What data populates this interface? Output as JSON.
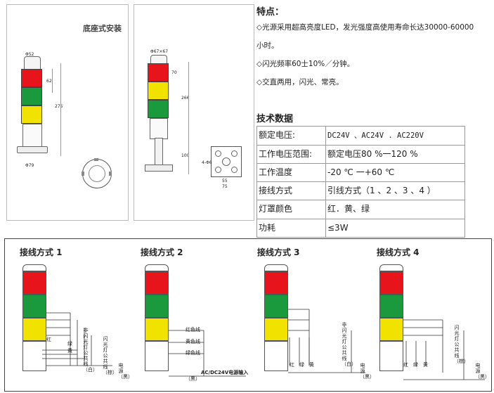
{
  "drawing": {
    "title": "底座式安装",
    "dims": {
      "d52": "Φ52",
      "d62": "62",
      "d275": "275",
      "d79": "Φ79",
      "d67x67": "Φ67×67",
      "d70": "70",
      "d266": "266",
      "d100": "100",
      "d466": "4-Φ6",
      "d55": "55",
      "d75": "75"
    }
  },
  "features": {
    "heading": "特点：",
    "lines": [
      "◇光源采用超高亮度LED，发光强度高使用寿命长达30000-60000",
      "小时。",
      "◇闪光频率60士10%／分钟。",
      "◇交直两用，闪光、常亮。"
    ]
  },
  "specs": {
    "heading": "技术数据",
    "rows": [
      {
        "label": "额定电压:",
        "value": "DC24V  、AC24V . AC220V"
      },
      {
        "label": "工作电压范围:",
        "value": "额定电压80  %一120 %"
      },
      {
        "label": "工作温度",
        "value": "-20  ℃ 一+60  ℃"
      },
      {
        "label": "接线方式",
        "value": "引线方式（1  、2  、3  、4 ）"
      },
      {
        "label": "灯罩颜色",
        "value": "红．黄、绿"
      },
      {
        "label": "功耗",
        "value": "≤3W"
      }
    ]
  },
  "wiring": {
    "titles": [
      "接线方式 1",
      "接线方式 2",
      "接线方式 3",
      "接线方式 4"
    ],
    "labels": {
      "red": "红",
      "green": "绿",
      "yellow": "黄",
      "red_wire": "红色线",
      "yellow_wire": "黄色线",
      "green_wire": "绿色线",
      "non_flash_common": "非闪光灯公共线（白）",
      "flash_common": "闪光灯公共线（棕）",
      "power_black": "电源（黑）",
      "black": "（黑）",
      "acdc_input": "AC/DC24V电源输入"
    }
  },
  "colors": {
    "red": "#e8141c",
    "green": "#1a9a3c",
    "yellow": "#f2e200",
    "gray_red": "#7a7a7a",
    "gray_green": "#9b9b9b",
    "gray_yellow": "#c4c4c4"
  }
}
